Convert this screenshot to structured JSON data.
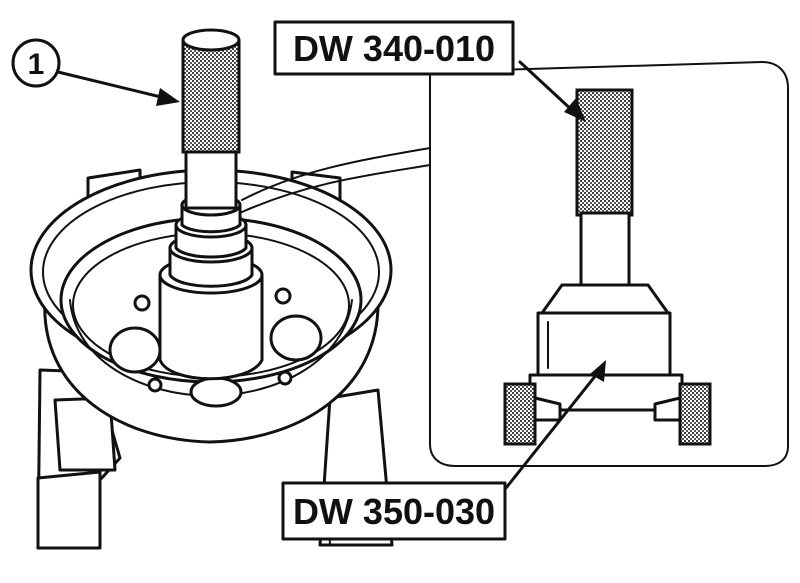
{
  "callout": {
    "number": "1"
  },
  "labels": {
    "tool_top": "DW 340-010",
    "tool_bottom": "DW 350-030"
  },
  "colors": {
    "ink": "#111111",
    "paper": "#ffffff",
    "stipple": "#555555"
  }
}
